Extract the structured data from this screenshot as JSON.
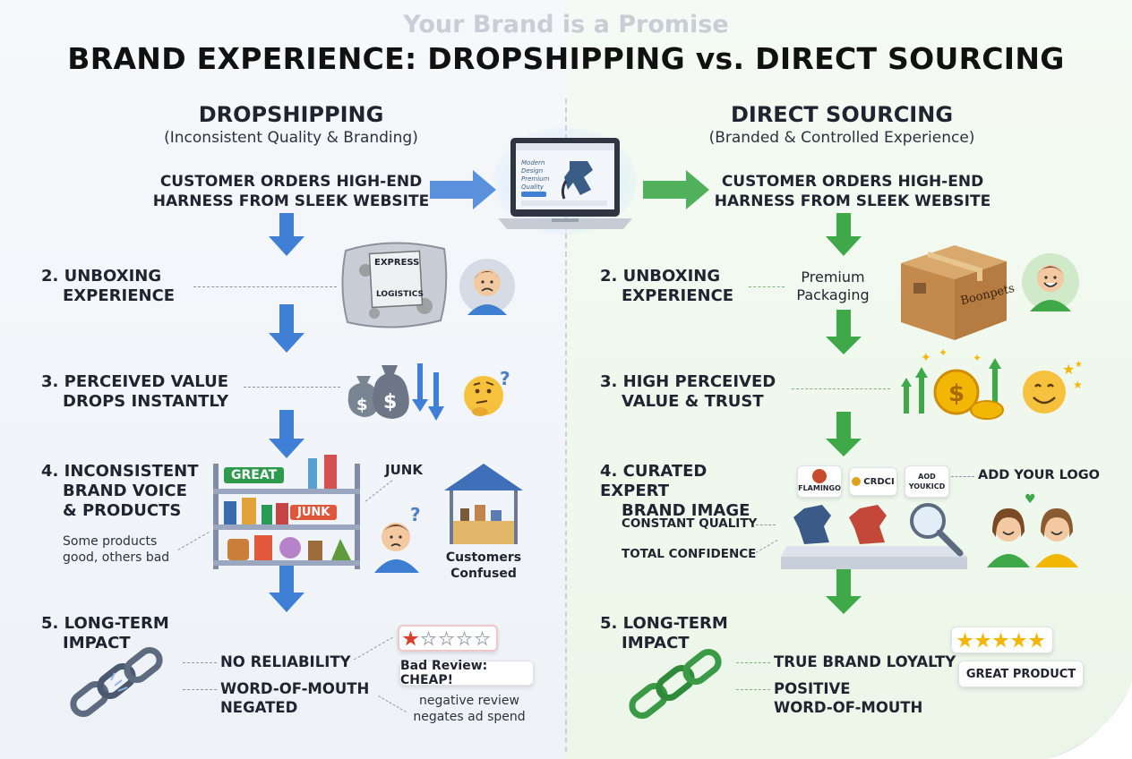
{
  "header": {
    "super_title": "Your Brand is a Promise",
    "title": "BRAND EXPERIENCE: DROPSHIPPING vs. DIRECT SOURCING"
  },
  "left": {
    "heading": "DROPSHIPPING",
    "subheading": "(Inconsistent Quality & Branding)",
    "order_line1": "CUSTOMER ORDERS HIGH-END",
    "order_line2": "HARNESS FROM SLEEK WEBSITE",
    "step2_line1": "2. UNBOXING",
    "step2_line2": "EXPERIENCE",
    "bag_label1": "EXPRESS",
    "bag_label2": "LOGISTICS",
    "step3_line1": "3. PERCEIVED VALUE",
    "step3_line2": "DROPS INSTANTLY",
    "step4_line1": "4. INCONSISTENT",
    "step4_line2": "BRAND VOICE",
    "step4_line3": "& PRODUCTS",
    "shelf_great": "GREAT",
    "shelf_junk_sign": "JUNK",
    "junk_callout": "JUNK",
    "mixed_line1": "Some products",
    "mixed_line2": "good, others bad",
    "confused_line1": "Customers",
    "confused_line2": "Confused",
    "step5_line1": "5. LONG-TERM",
    "step5_line2": "IMPACT",
    "impact1": "NO RELIABILITY",
    "impact2_line1": "WORD-OF-MOUTH",
    "impact2_line2": "NEGATED",
    "review_label": "Bad Review: CHEAP!",
    "review_stars": 1,
    "review_note_line1": "negative review",
    "review_note_line2": "negates ad spend"
  },
  "right": {
    "heading": "DIRECT SOURCING",
    "subheading": "(Branded & Controlled Experience)",
    "order_line1": "CUSTOMER ORDERS HIGH-END",
    "order_line2": "HARNESS FROM SLEEK WEBSITE",
    "step2_line1": "2. UNBOXING",
    "step2_line2": "EXPERIENCE",
    "packaging_line1": "Premium",
    "packaging_line2": "Packaging",
    "box_brand": "Boonpets",
    "step3_line1": "3. HIGH PERCEIVED",
    "step3_line2": "VALUE & TRUST",
    "step4_line1": "4. CURATED EXPERT",
    "step4_line2": "BRAND IMAGE",
    "logo1": "FLAMINGO",
    "logo2": "CRDCI",
    "logo3_line1": "AOD",
    "logo3_line2": "YOUKICD",
    "add_logo": "ADD YOUR LOGO",
    "constant_quality": "CONSTANT QUALITY",
    "total_confidence": "TOTAL CONFIDENCE",
    "step5_line1": "5. LONG-TERM",
    "step5_line2": "IMPACT",
    "impact1": "TRUE BRAND LOYALTY",
    "impact2_line1": "POSITIVE",
    "impact2_line2": "WORD-OF-MOUTH",
    "review_label": "GREAT PRODUCT",
    "review_stars": 5
  },
  "laptop": {
    "screen_line1": "Modern Design",
    "screen_line2": "Premium Quality"
  },
  "colors": {
    "blue_arrow": "#3f7fd6",
    "green_arrow": "#3fa94a",
    "gold": "#f2b705"
  }
}
